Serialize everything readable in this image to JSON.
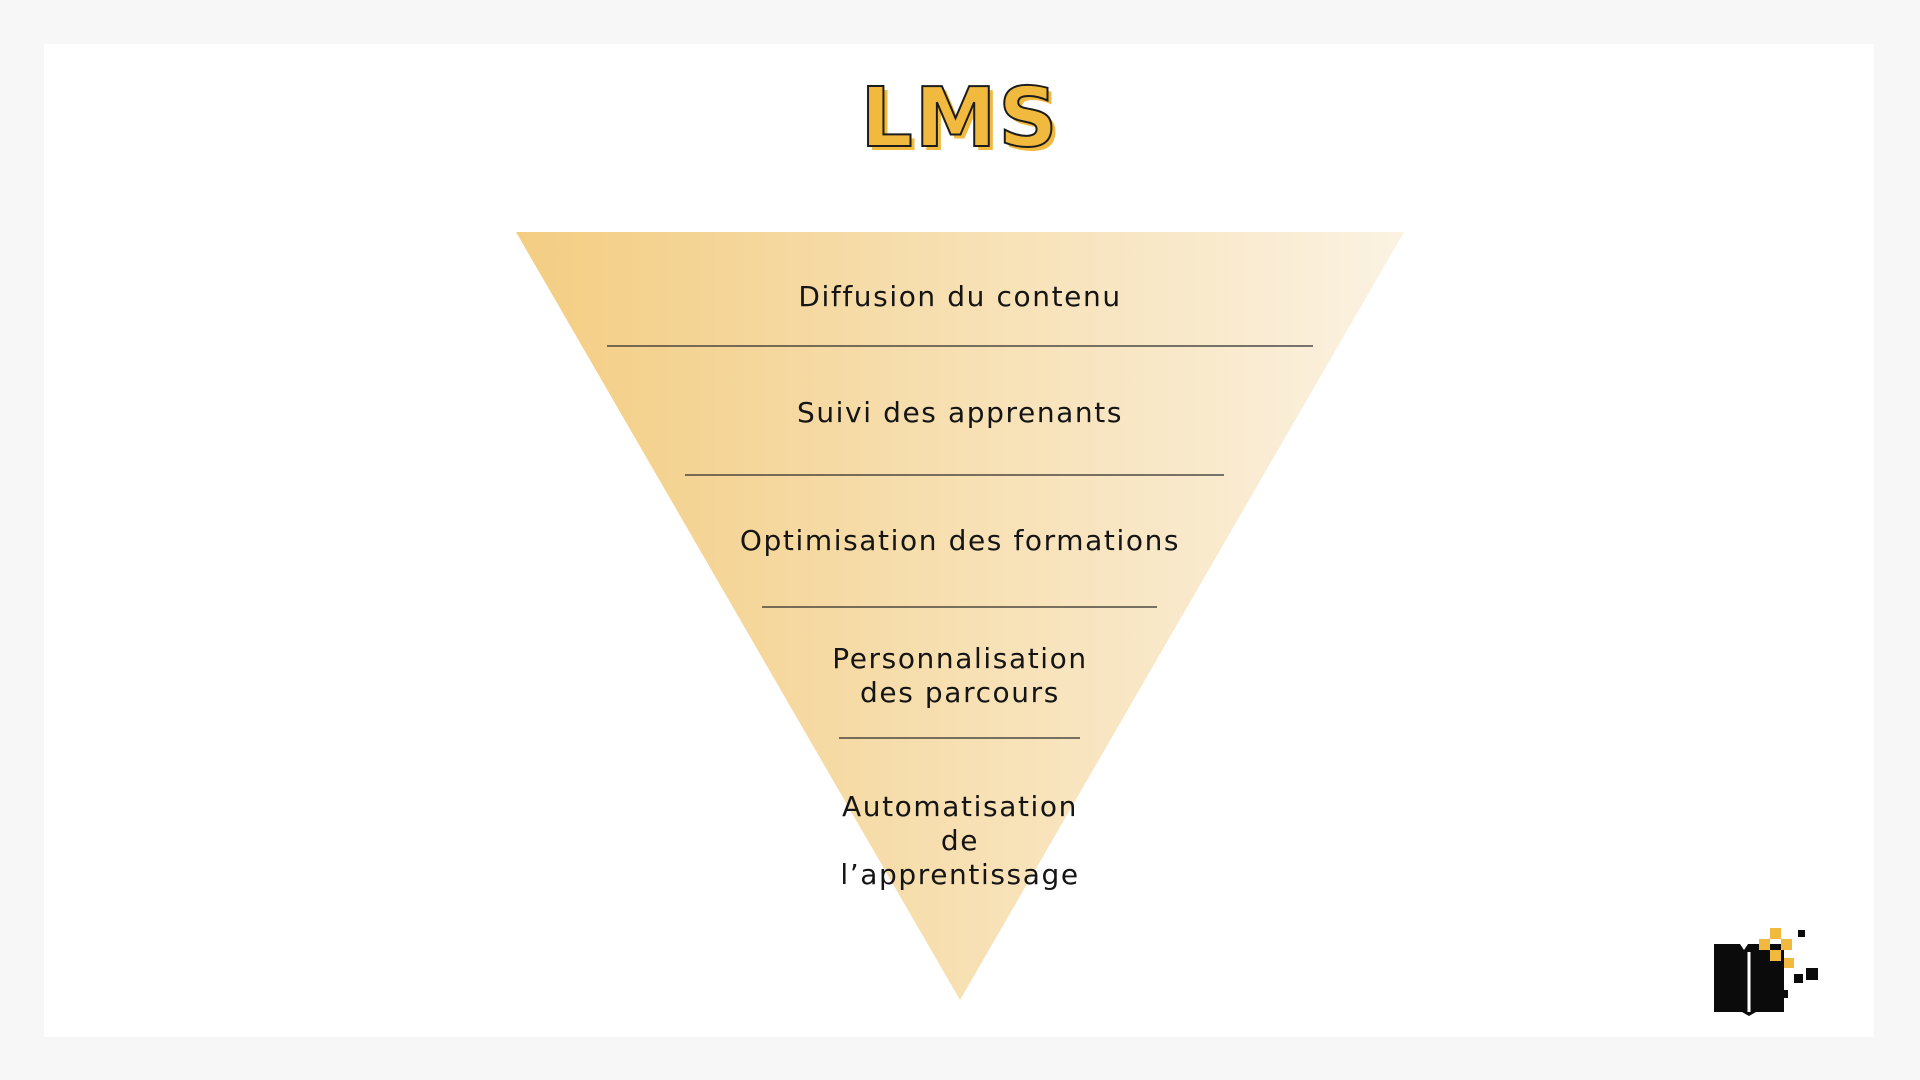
{
  "title": "LMS",
  "levels": [
    {
      "label": "Diffusion du contenu"
    },
    {
      "label": "Suivi des apprenants"
    },
    {
      "label": "Optimisation des formations"
    },
    {
      "label": "Personnalisation\ndes parcours"
    },
    {
      "label": "Automatisation\nde\nl’apprentissage"
    }
  ],
  "colors": {
    "accent": "#f1b93d",
    "funnel_left": "#f3cd82",
    "funnel_right": "#fbf2e2",
    "divider": "#2a2a2a",
    "logo": "#0b0b0b"
  },
  "icons": {
    "logo": "book-with-pixel-squares-logo"
  }
}
